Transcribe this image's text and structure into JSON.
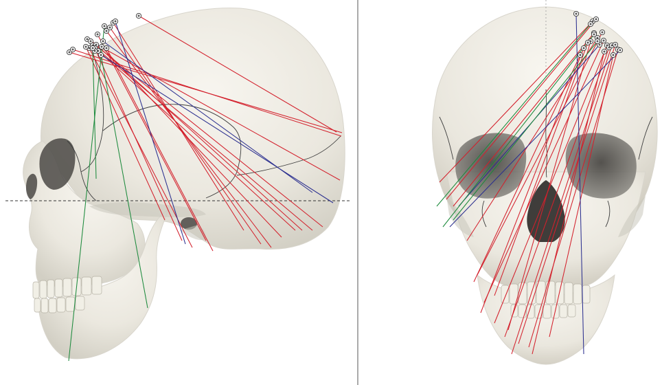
{
  "colors": {
    "red": "#d3202c",
    "blue": "#2b2f8f",
    "green": "#1c8a3c",
    "bone": "#ece9e0"
  },
  "views": [
    {
      "name": "lateral",
      "trajectories": [
        {
          "color": "red"
        },
        {
          "color": "red"
        },
        {
          "color": "red"
        },
        {
          "color": "red"
        },
        {
          "color": "red"
        },
        {
          "color": "red"
        },
        {
          "color": "red"
        },
        {
          "color": "red"
        },
        {
          "color": "red"
        },
        {
          "color": "red"
        },
        {
          "color": "red"
        },
        {
          "color": "red"
        },
        {
          "color": "red"
        },
        {
          "color": "red"
        },
        {
          "color": "red"
        },
        {
          "color": "red"
        },
        {
          "color": "red"
        },
        {
          "color": "blue"
        },
        {
          "color": "blue"
        },
        {
          "color": "blue"
        },
        {
          "color": "green"
        },
        {
          "color": "green"
        },
        {
          "color": "green"
        }
      ]
    },
    {
      "name": "frontal",
      "trajectories": [
        {
          "color": "red"
        },
        {
          "color": "red"
        },
        {
          "color": "red"
        },
        {
          "color": "red"
        },
        {
          "color": "red"
        },
        {
          "color": "red"
        },
        {
          "color": "red"
        },
        {
          "color": "red"
        },
        {
          "color": "red"
        },
        {
          "color": "red"
        },
        {
          "color": "red"
        },
        {
          "color": "red"
        },
        {
          "color": "red"
        },
        {
          "color": "red"
        },
        {
          "color": "red"
        },
        {
          "color": "red"
        },
        {
          "color": "red"
        },
        {
          "color": "blue"
        },
        {
          "color": "blue"
        },
        {
          "color": "blue"
        },
        {
          "color": "green"
        },
        {
          "color": "green"
        },
        {
          "color": "green"
        }
      ]
    }
  ]
}
